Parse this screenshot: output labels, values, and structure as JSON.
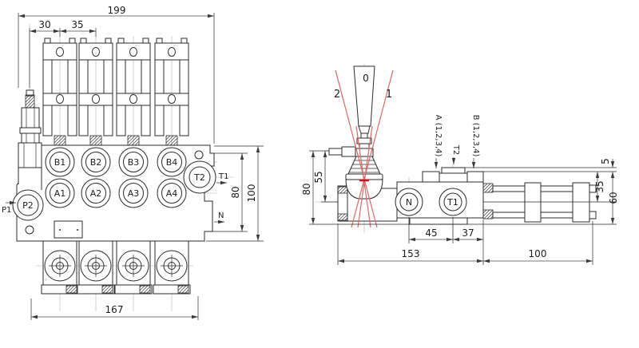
{
  "front_view": {
    "dims": {
      "total_width": "199",
      "spacing_first": "30",
      "spacing": "35",
      "height_inner": "80",
      "height_outer": "100",
      "base_width": "167"
    },
    "ports": {
      "b1": "B1",
      "b2": "B2",
      "b3": "B3",
      "b4": "B4",
      "a1": "A1",
      "a2": "A2",
      "a3": "A3",
      "a4": "A4",
      "p2": "P2",
      "t2": "T2"
    },
    "flow": {
      "p1": "P1",
      "t1": "T1",
      "n": "N"
    }
  },
  "side_view": {
    "lever": {
      "neutral": "0",
      "pos1": "1",
      "pos2": "2"
    },
    "top_ports": {
      "a": "A (1,2,3,4)",
      "t2": "T2",
      "b": "B (1,2,3,4)"
    },
    "ports": {
      "n": "N",
      "t1": "T1"
    },
    "dims": {
      "h55": "55",
      "h80": "80",
      "w45": "45",
      "w37": "37",
      "w153": "153",
      "w100": "100",
      "t5": "5",
      "h35": "35",
      "h60": "60"
    }
  },
  "colors": {
    "line": "#2b2b2b",
    "dim": "#4a4a4a",
    "centerline": "#c6c6c6",
    "lever_arc": "#d86969",
    "lever_node": "#cc1111",
    "background": "#ffffff"
  }
}
